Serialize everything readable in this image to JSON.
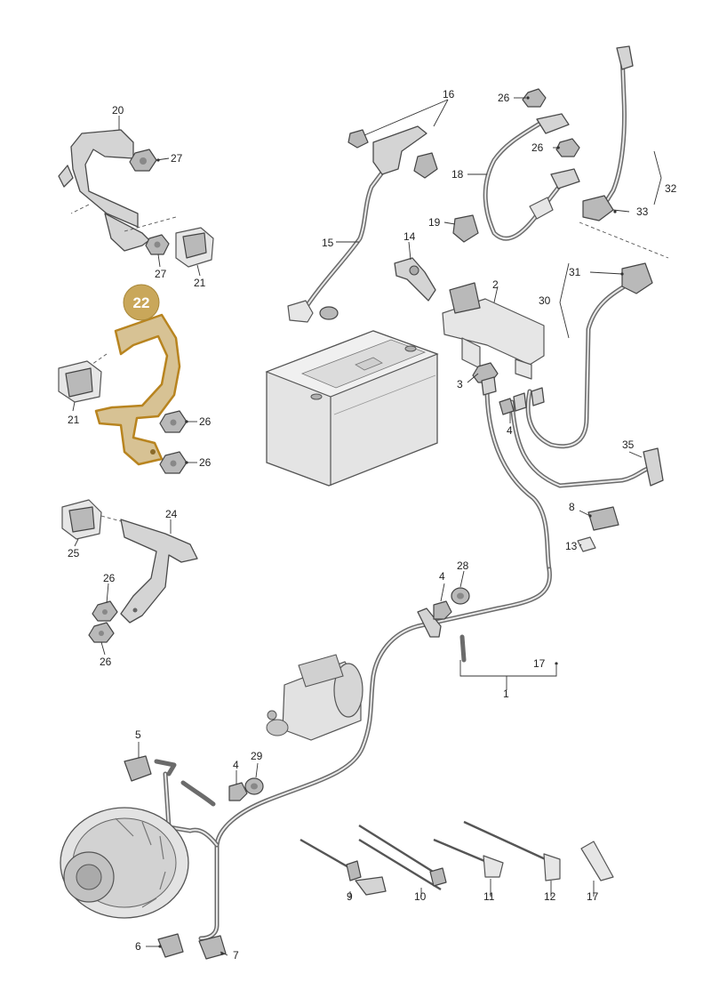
{
  "callouts": {
    "c1": "1",
    "c2": "2",
    "c3": "3",
    "c4a": "4",
    "c4b": "4",
    "c4c": "4",
    "c5": "5",
    "c6": "6",
    "c7": "7",
    "c8": "8",
    "c9": "9",
    "c10": "10",
    "c11": "11",
    "c12": "12",
    "c13": "13",
    "c14": "14",
    "c15": "15",
    "c16": "16",
    "c17a": "17",
    "c17b": "17",
    "c18": "18",
    "c19": "19",
    "c20": "20",
    "c21a": "21",
    "c21b": "21",
    "c22": "22",
    "c24": "24",
    "c25": "25",
    "c26a": "26",
    "c26b": "26",
    "c26c": "26",
    "c26d": "26",
    "c26e": "26",
    "c26f": "26",
    "c27a": "27",
    "c27b": "27",
    "c28": "28",
    "c29": "29",
    "c30": "30",
    "c31": "31",
    "c32": "32",
    "c33": "33",
    "c35": "35"
  },
  "highlight": {
    "badge": "22",
    "color": "#c9a75a"
  }
}
